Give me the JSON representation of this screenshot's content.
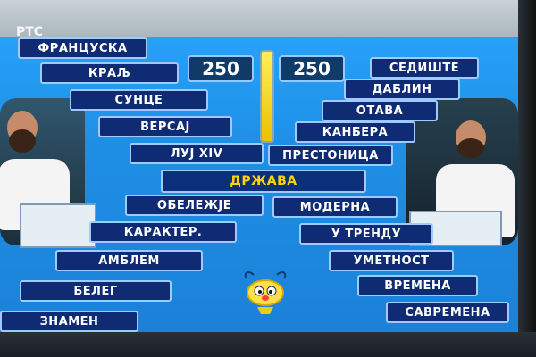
{
  "channel": {
    "logo": "РТС"
  },
  "scores": {
    "left": "250",
    "right": "250"
  },
  "center_word": "ДРЖАВА",
  "left_column": [
    "ФРАНЦУСКА",
    "КРАЉ",
    "СУНЦЕ",
    "ВЕРСАЈ",
    "ЛУЈ XIV",
    "ОБЕЛЕЖЈЕ",
    "КАРАКТЕР.",
    "АМБЛЕМ",
    "БЕЛЕГ",
    "ЗНАМЕН"
  ],
  "right_column": [
    "СЕДИШТЕ",
    "ДАБЛИН",
    "ОТАВА",
    "КАНБЕРА",
    "ПРЕСТОНИЦА",
    "МОДЕРНА",
    "У ТРЕНДУ",
    "УМЕТНОСТ",
    "ВРЕМЕНА",
    "САВРЕМЕНА"
  ]
}
